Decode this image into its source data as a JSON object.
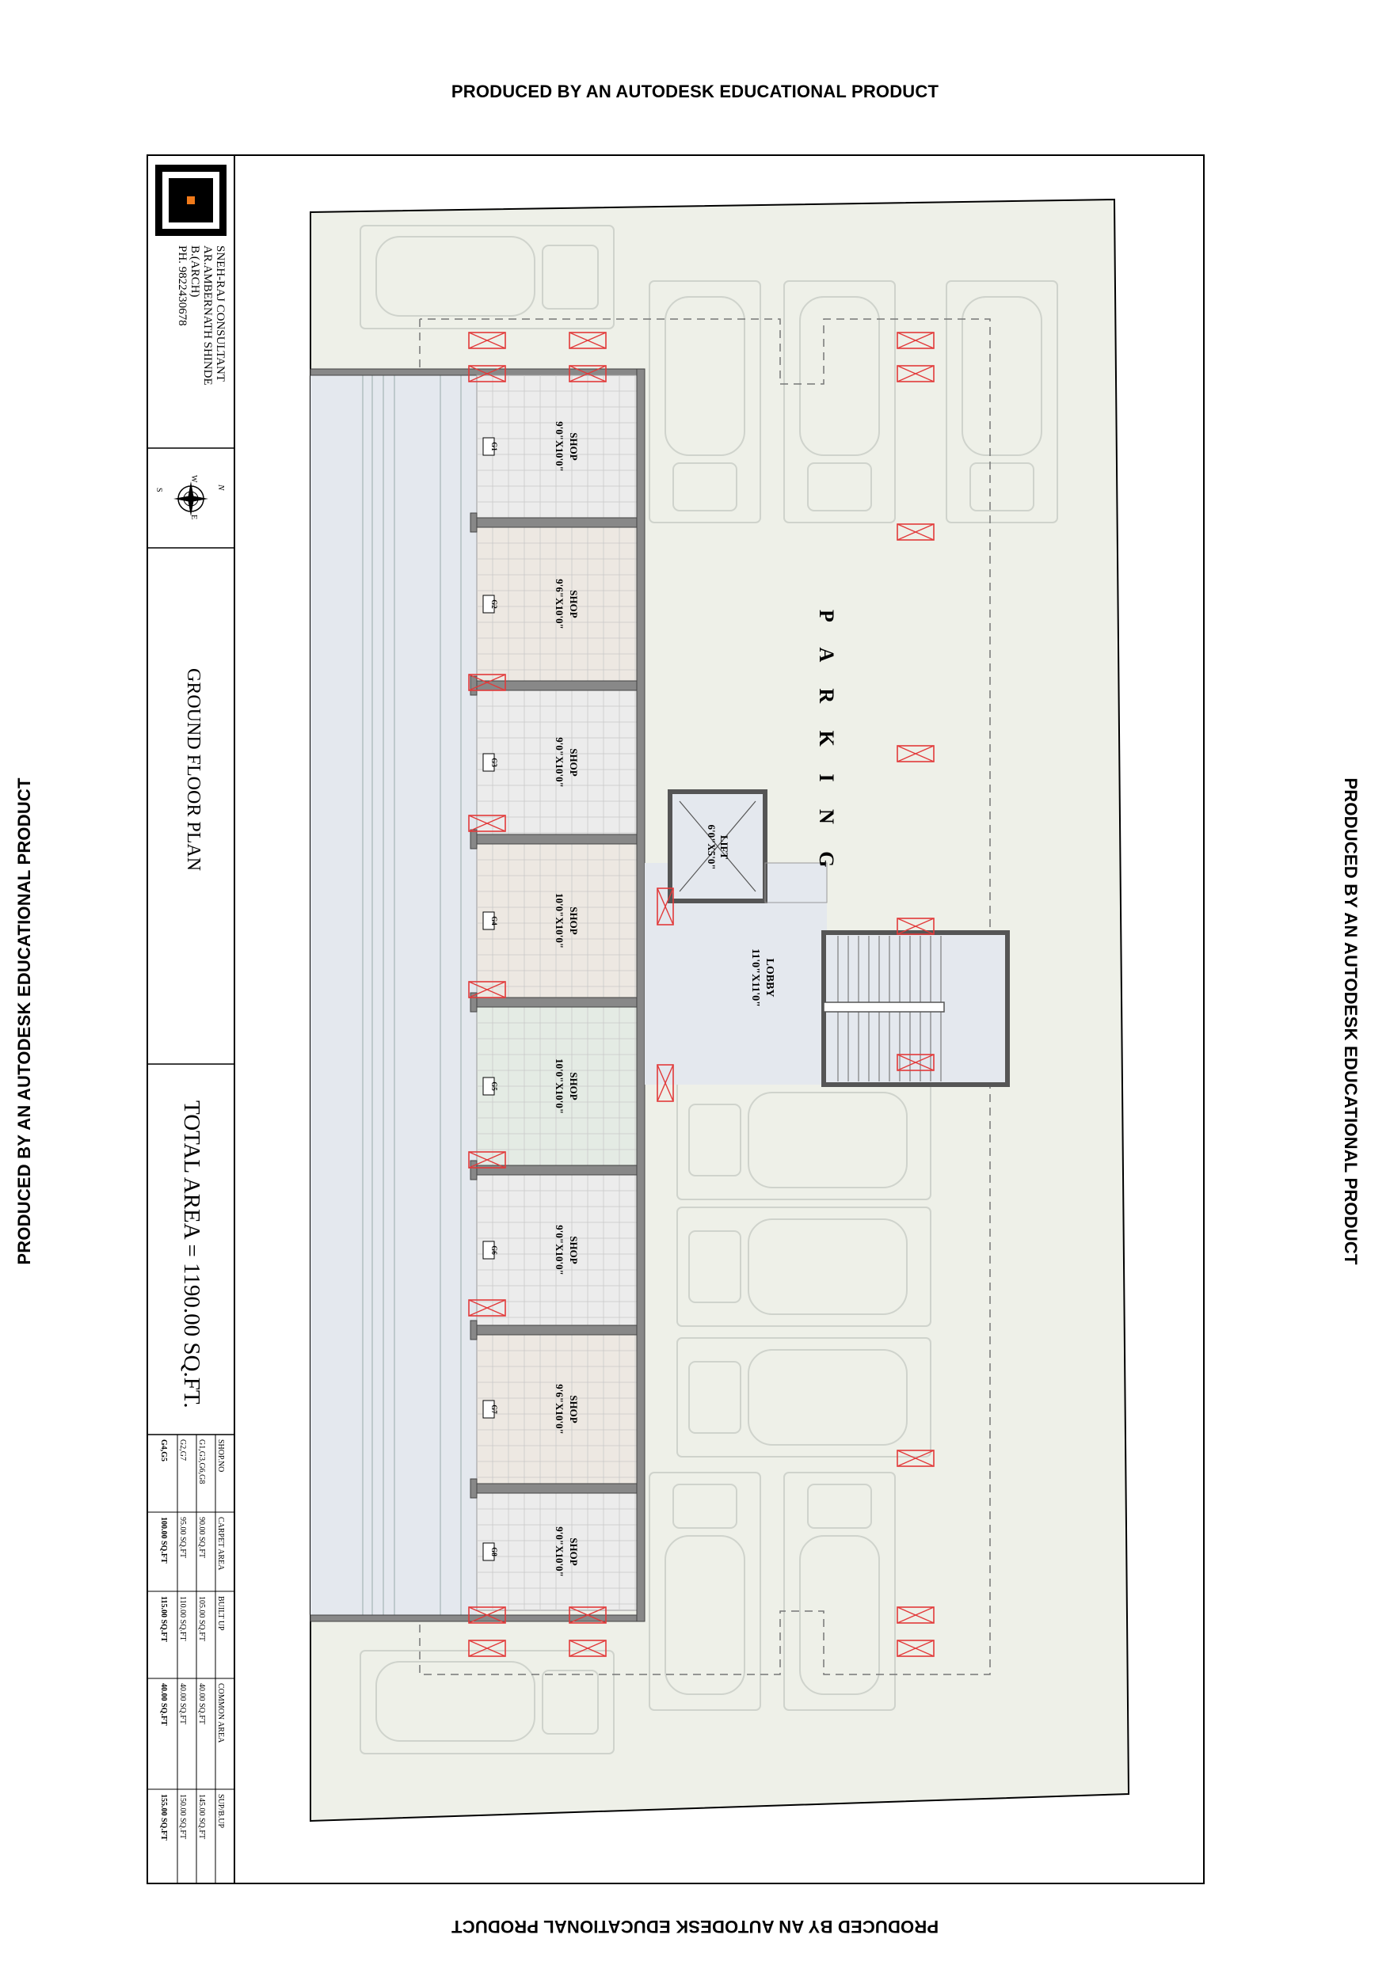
{
  "watermarks": {
    "top": "PRODUCED BY AN AUTODESK EDUCATIONAL PRODUCT",
    "bottom": "PRODUCED BY AN AUTODESK EDUCATIONAL PRODUCT",
    "left": "PRODUCED BY AN AUTODESK EDUCATIONAL PRODUCT",
    "right": "PRODUCED BY AN AUTODESK EDUCATIONAL PRODUCT"
  },
  "title_block": {
    "firm_lines": [
      "SNEH-RAJ CONSULTANT",
      "AR.AMBERNATH SHINDE",
      "B.(ARCH)",
      "PH. 9822430678"
    ],
    "compass": {
      "n": "N",
      "s": "S",
      "e": "E",
      "w": "W"
    },
    "drawing_title": "GROUND FLOOR PLAN",
    "total_area": "TOTAL AREA = 1190.00 SQ.FT.",
    "area_table": {
      "headers": [
        "SHOP.NO",
        "CARPET AREA",
        "BUILT UP",
        "COMMON AREA",
        "SUP/B.UP"
      ],
      "rows": [
        [
          "G1,G3,G6,G8",
          "90.00 SQ.FT",
          "105.00 SQ.FT",
          "40.00 SQ.FT",
          "145.00 SQ.FT"
        ],
        [
          "G2,G7",
          "95.00 SQ.FT",
          "110.00 SQ.FT",
          "40.00 SQ.FT",
          "150.00 SQ.FT"
        ],
        [
          "G4,G5",
          "100.00 SQ.FT",
          "115.00 SQ.FT",
          "40.00 SQ.FT",
          "155.00 SQ.FT"
        ]
      ]
    }
  },
  "plan": {
    "parking_label": "P A R K I N G",
    "lift": {
      "name": "LIFT",
      "size": "6'0\"X5'0\""
    },
    "lobby": {
      "name": "LOBBY",
      "size": "11'0\"X11'0\""
    },
    "shops": [
      {
        "id": "G1",
        "name": "SHOP",
        "size": "9'0\"X10'0\""
      },
      {
        "id": "G2",
        "name": "SHOP",
        "size": "9'6\"X10'0\""
      },
      {
        "id": "G3",
        "name": "SHOP",
        "size": "9'0\"X10'0\""
      },
      {
        "id": "G4",
        "name": "SHOP",
        "size": "10'0\"X10'0\""
      },
      {
        "id": "G5",
        "name": "SHOP",
        "size": "10'0\"X10'0\""
      },
      {
        "id": "G6",
        "name": "SHOP",
        "size": "9'0\"X10'0\""
      },
      {
        "id": "G7",
        "name": "SHOP",
        "size": "9'6\"X10'0\""
      },
      {
        "id": "G8",
        "name": "SHOP",
        "size": "9'0\"X10'0\""
      }
    ]
  },
  "colors": {
    "plot_fill": "#eef0e8",
    "shop_fill": "#ececec",
    "shop_fill_alt": "#ede8e2",
    "shop_fill_green": "#e4ebe4",
    "circulation_fill": "#e4e8ee",
    "wall": "#555555",
    "marker_red": "#e23a3a",
    "car_stroke": "#cfd3cc"
  }
}
